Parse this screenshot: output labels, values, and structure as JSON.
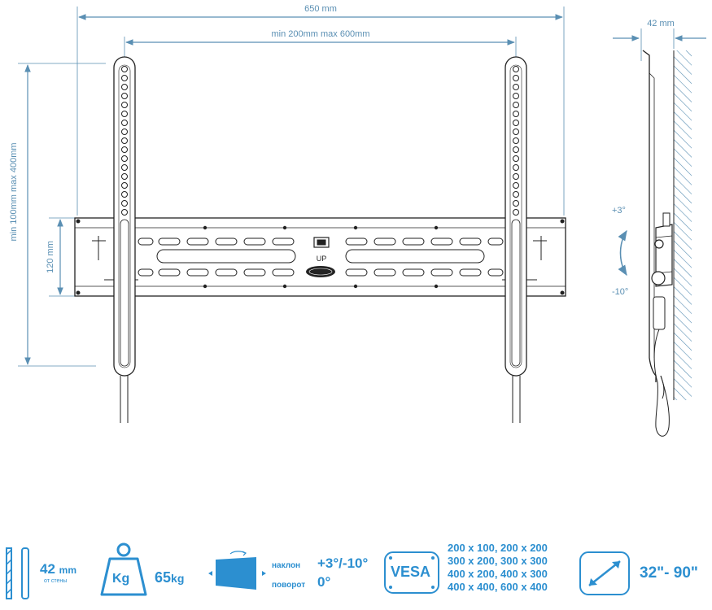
{
  "dimensions": {
    "total_width": "650 mm",
    "vesa_horizontal": "min 200mm max 600mm",
    "vesa_vertical": "min 100mm max 400mm",
    "rail_height": "120 mm",
    "depth": "42 mm",
    "tilt_up": "+3°",
    "tilt_down": "-10°",
    "up_label": "UP"
  },
  "specs": {
    "wall_distance": {
      "value": "42",
      "unit": "mm",
      "note": "от стены",
      "icon": "wall-distance-icon"
    },
    "max_load": {
      "icon_label": "Kg",
      "value": "65",
      "unit": "kg",
      "icon": "weight-icon"
    },
    "motion": {
      "tilt_label": "наклон",
      "tilt_value": "+3°/-10°",
      "swivel_label": "поворот",
      "swivel_value": "0°",
      "icon": "tilt-screen-icon"
    },
    "vesa": {
      "badge": "VESA",
      "patterns": [
        "200 x 100, 200 x 200",
        "300 x 200, 300 x 300",
        "400 x 200, 400 x 300",
        "400 x 400, 600 x 400"
      ]
    },
    "screen_size": {
      "value": "32\"- 90\"",
      "icon": "diagonal-arrow-icon"
    }
  },
  "colors": {
    "accent": "#2c8fd0",
    "dimension_line": "#5a8fb3",
    "drawing": "#222222"
  }
}
